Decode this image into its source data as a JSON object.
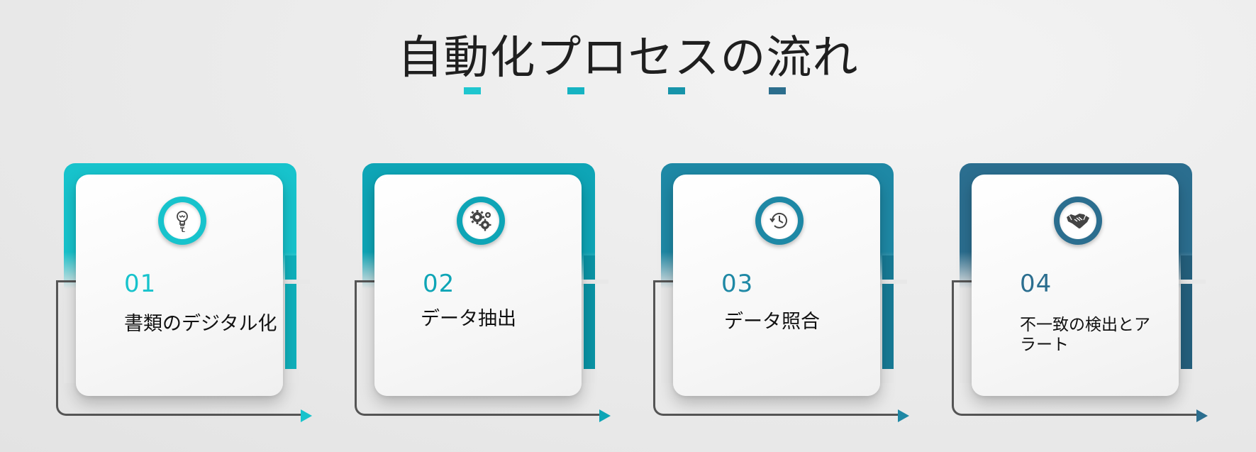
{
  "title": "自動化プロセスの流れ",
  "title_dashes": [
    "#1fc6cf",
    "#16b3c2",
    "#1794aa",
    "#2c6e8d"
  ],
  "steps": [
    {
      "number": "01",
      "label": "書類のデジタル化",
      "icon": "lightbulb-icon",
      "color": "#17c3cc",
      "color_dark": "#0fb0bb"
    },
    {
      "number": "02",
      "label": "データ抽出",
      "icon": "gears-icon",
      "color": "#0ea5b6",
      "color_dark": "#0a93a4"
    },
    {
      "number": "03",
      "label": "データ照合",
      "icon": "clock-history-icon",
      "color": "#1e88a5",
      "color_dark": "#177a95"
    },
    {
      "number": "04",
      "label": "不一致の検出とアラート",
      "icon": "handshake-icon",
      "color": "#2b6e8f",
      "color_dark": "#245f7c"
    }
  ]
}
